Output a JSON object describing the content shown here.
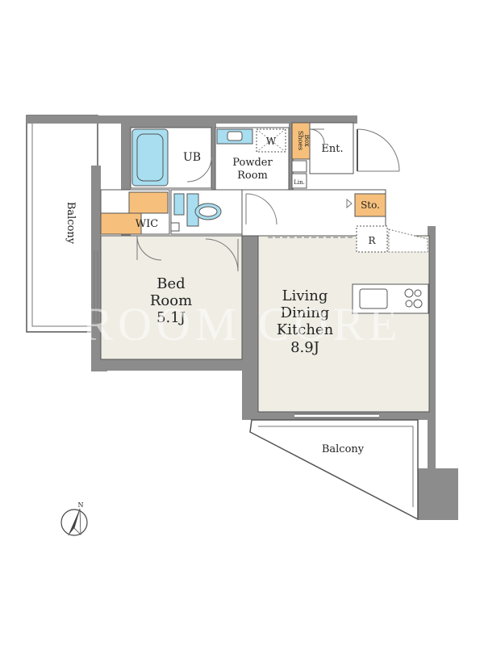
{
  "rooms": {
    "ub": "UB",
    "powder_room": [
      "Powder",
      "Room"
    ],
    "washer": "W",
    "shoes_box": [
      "Shoes",
      "Box"
    ],
    "linen": "Lin.",
    "entrance": "Ent.",
    "wic": "WIC",
    "storage": "Sto.",
    "refrigerator": "R",
    "bedroom": [
      "Bed",
      "Room",
      "5.1J"
    ],
    "ldk": [
      "Living",
      "Dining",
      "Kitchen",
      "8.9J"
    ],
    "balcony_left": "Balcony",
    "balcony_bottom": "Balcony"
  },
  "compass": {
    "north": "N"
  },
  "watermark": "ROOM CORE",
  "colors": {
    "wall": "#8c8c8c",
    "wall_dark": "#7a7a7a",
    "floor_main": "#efede4",
    "floor_wet": "#ffffff",
    "bath_fixture": "#a8def0",
    "closet": "#f6c07c",
    "outline": "#555555"
  }
}
